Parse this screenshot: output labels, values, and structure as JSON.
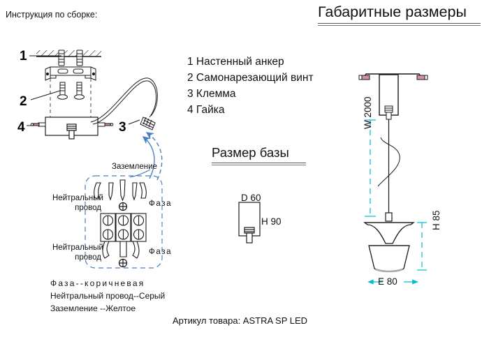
{
  "header": {
    "instruction_title": "Инструкция по сборке:",
    "dimensions_title": "Габаритные размеры"
  },
  "parts_legend": [
    "1 Настенный анкер",
    "2 Самонарезающий винт",
    "3 Клемма",
    "4 Гайка"
  ],
  "callouts": {
    "one": "1",
    "two": "2",
    "three": "3",
    "four": "4"
  },
  "wiring": {
    "ground_label": "Заземление",
    "neutral_top": "Нейтральный\nпровод",
    "neutral_bottom": "Нейтральный\nпровод",
    "phase_top": "Фаза",
    "phase_bottom": "Фаза"
  },
  "color_legend": [
    "Фаза--коричневая",
    "Нейтральный провод--Серый",
    "Заземление --Желтое"
  ],
  "base": {
    "title": "Размер базы",
    "diameter": "D 60",
    "height": "H 90"
  },
  "lamp": {
    "wire_length": "W 2000",
    "shade_height": "H 85",
    "shade_diameter": "E 80"
  },
  "footer": {
    "article": "Артикул товара: ASTRA SP LED"
  },
  "colors": {
    "line": "#1a1a1a",
    "accent_blue": "#4a7fc1",
    "dimension_cyan": "#00bcd4",
    "screw_pink": "#d48fb0"
  }
}
